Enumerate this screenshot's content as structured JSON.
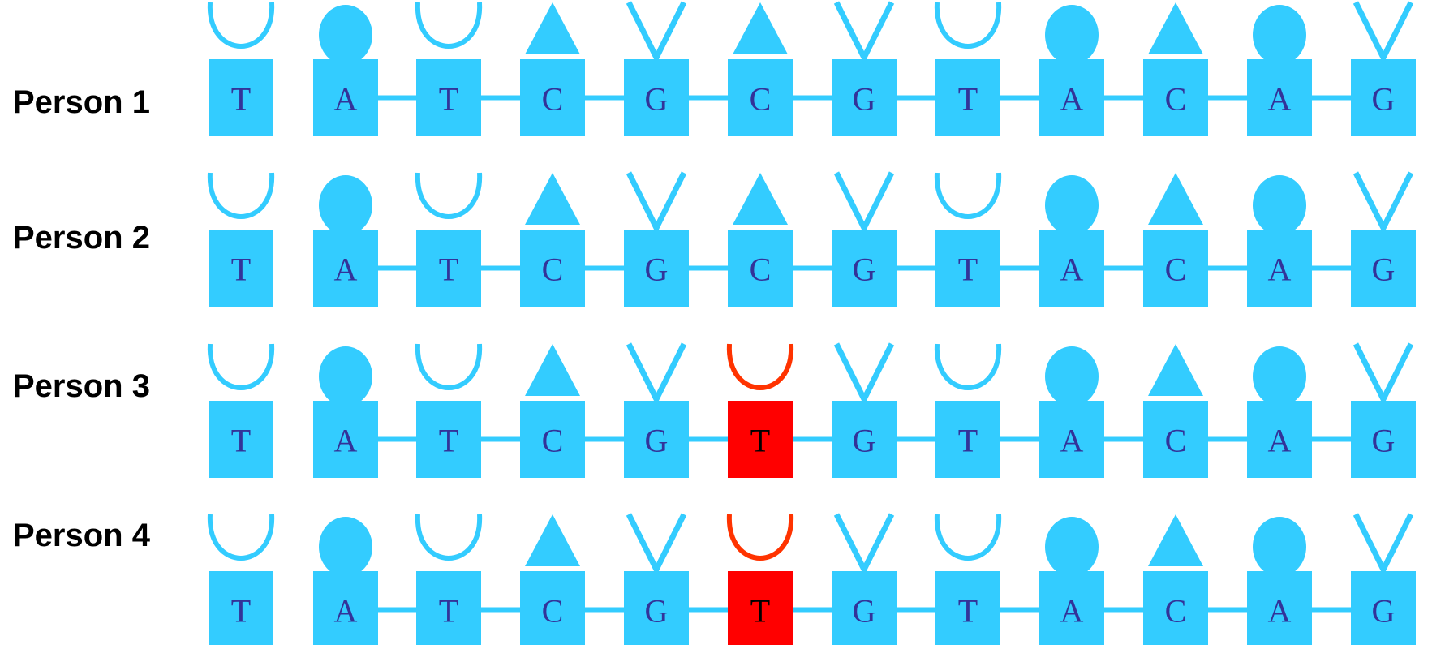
{
  "colors": {
    "nucleotide": "#33ccff",
    "mutation": "#ff0000",
    "mutation_cap": "#ff3300",
    "letter": "#333399",
    "mutation_letter": "#000000",
    "label": "#000000"
  },
  "cap_shapes": {
    "A": "circle-icon",
    "T": "u-cup-icon",
    "C": "triangle-icon",
    "G": "v-fork-icon"
  },
  "rows": [
    {
      "label": "Person 1",
      "bases": [
        "T",
        "A",
        "T",
        "C",
        "G",
        "C",
        "G",
        "T",
        "A",
        "C",
        "A",
        "G"
      ],
      "mutated": []
    },
    {
      "label": "Person 2",
      "bases": [
        "T",
        "A",
        "T",
        "C",
        "G",
        "C",
        "G",
        "T",
        "A",
        "C",
        "A",
        "G"
      ],
      "mutated": []
    },
    {
      "label": "Person 3",
      "bases": [
        "T",
        "A",
        "T",
        "C",
        "G",
        "T",
        "G",
        "T",
        "A",
        "C",
        "A",
        "G"
      ],
      "mutated": [
        5
      ]
    },
    {
      "label": "Person 4",
      "bases": [
        "T",
        "A",
        "T",
        "C",
        "G",
        "T",
        "G",
        "T",
        "A",
        "C",
        "A",
        "G"
      ],
      "mutated": [
        5
      ]
    }
  ]
}
